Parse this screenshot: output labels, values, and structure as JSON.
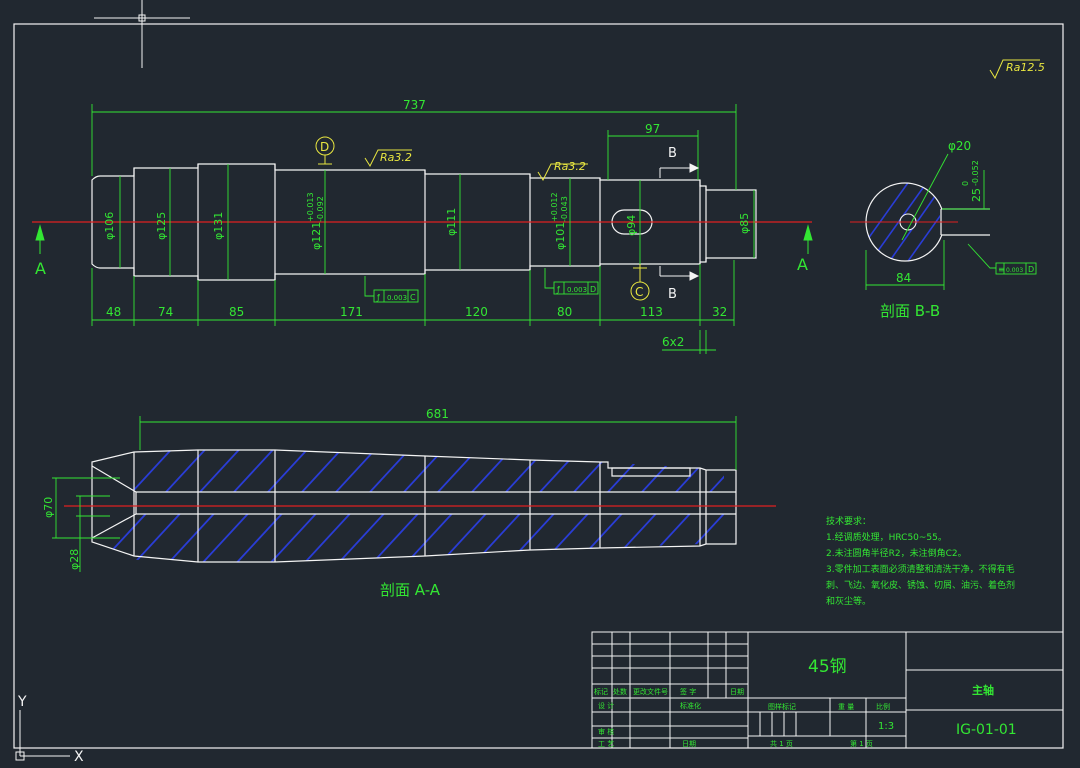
{
  "colors": {
    "background": "#212830",
    "outline": "#f4f4f4",
    "dimension": "#33e633",
    "centerline": "#e02020",
    "hatch": "#2a3dd6",
    "annotation": "#e8e640"
  },
  "surface_finish": {
    "general": "Ra12.5",
    "left": "Ra3.2",
    "right": "Ra3.2"
  },
  "datums": {
    "d": "D",
    "c": "C"
  },
  "tolerance_frames": {
    "frame1": [
      "ƒ",
      "0.003",
      "C"
    ],
    "frame2": [
      "ƒ",
      "0.003",
      "D"
    ],
    "frame3": [
      "≡",
      "0.003",
      "D"
    ]
  },
  "views": {
    "main": {
      "overall_length": "737",
      "keyway_length": "97",
      "diameters": [
        "φ106",
        "φ125",
        "φ131",
        "φ121",
        "φ111",
        "φ101",
        "φ94",
        "φ85"
      ],
      "diameter_tol_121": [
        "+0.013",
        "-0.092"
      ],
      "diameter_tol_101": [
        "+0.012",
        "-0.043"
      ],
      "segments": [
        "48",
        "74",
        "85",
        "171",
        "120",
        "80",
        "113",
        "32"
      ],
      "groove": "6x2",
      "section_arrow": "A",
      "section_b": "B"
    },
    "section_bb": {
      "title": "剖面  B-B",
      "diameter": "φ20",
      "width": "84",
      "depth": "25",
      "depth_tol": [
        "0",
        "-0.052"
      ]
    },
    "section_aa": {
      "title": "剖面  A-A",
      "length": "681",
      "diam1": "φ70",
      "diam2": "φ28"
    }
  },
  "notes": {
    "title": "技术要求：",
    "items": [
      "1.经调质处理，HRC50~55。",
      "2.未注圆角半径R2，未注倒角C2。",
      "3.零件加工表面必须清整和清洗干净，不得有毛",
      "刺、飞边、氧化皮、锈蚀、切屑、油污、着色剂",
      "和灰尘等。"
    ]
  },
  "title_block": {
    "material": "45钢",
    "part_name": "主轴",
    "drawing_no": "IG-01-01",
    "scale": "1:3",
    "labels": {
      "mark": "标记",
      "count": "处数",
      "change_doc": "更改文件号",
      "sign": "签 字",
      "date": "日期",
      "design": "设 计",
      "standard": "标准化",
      "review": "审 核",
      "process": "工 艺",
      "date2": "日期",
      "stage_mark": "图样标记",
      "weight": "重 量",
      "scale_label": "比例",
      "sheets": "共  1  页",
      "sheet": "第  1  页"
    }
  },
  "ucs": {
    "y": "Y",
    "x": "X"
  }
}
